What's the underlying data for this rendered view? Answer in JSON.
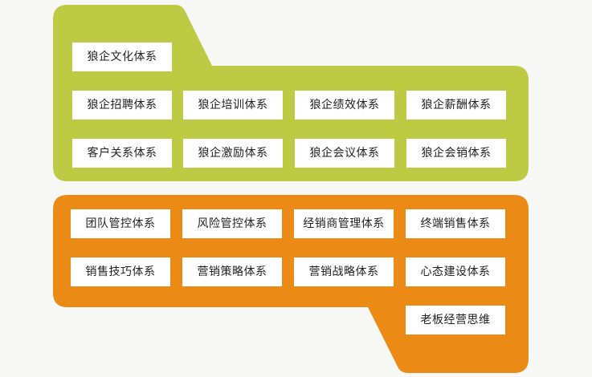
{
  "colors": {
    "green_panel": "#bccb43",
    "orange_panel": "#ec8a16",
    "box_background": "#ffffff",
    "text": "#222222"
  },
  "green_section": {
    "items": [
      "狼企文化体系",
      "狼企招聘体系",
      "狼企培训体系",
      "狼企绩效体系",
      "狼企薪酬体系",
      "客户关系体系",
      "狼企激励体系",
      "狼企会议体系",
      "狼企会销体系"
    ]
  },
  "orange_section": {
    "items": [
      "团队管控体系",
      "风险管控体系",
      "经销商管理体系",
      "终端销售体系",
      "销售技巧体系",
      "营销策略体系",
      "营销战略体系",
      "心态建设体系",
      "老板经营思维"
    ]
  }
}
